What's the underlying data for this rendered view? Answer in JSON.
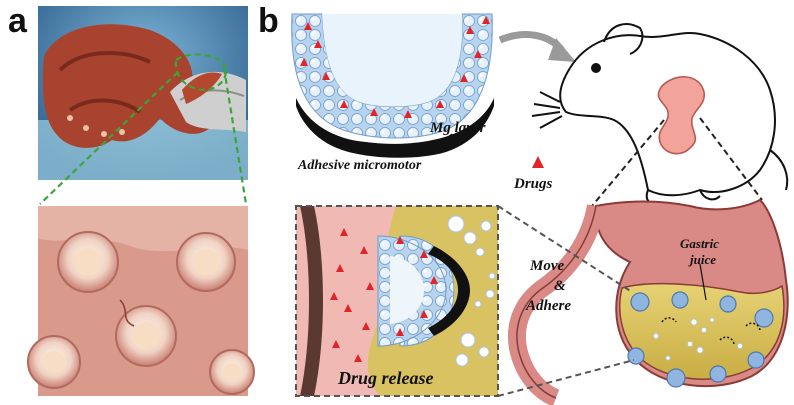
{
  "panels": {
    "a": {
      "letter": "a"
    },
    "b": {
      "letter": "b"
    }
  },
  "labels": {
    "mg_layer": "Mg layer",
    "adhesive_micromotor": "Adhesive micromotor",
    "drugs": "Drugs",
    "gastric_juice_line1": "Gastric",
    "gastric_juice_line2": "juice",
    "move": "Move",
    "ampersand": "&",
    "adhere": "Adhere",
    "drug_release": "Drug release"
  },
  "colors": {
    "drug_red": "#e0242a",
    "micromotor_blue": "#9fc3e6",
    "mg_black": "#111111",
    "tissue_pink": "#f1b9b4",
    "juice_yellow": "#d9c262",
    "stomach_red": "#d98a86",
    "dashed_green": "#3aa63a",
    "dashed_gray": "#555555"
  }
}
